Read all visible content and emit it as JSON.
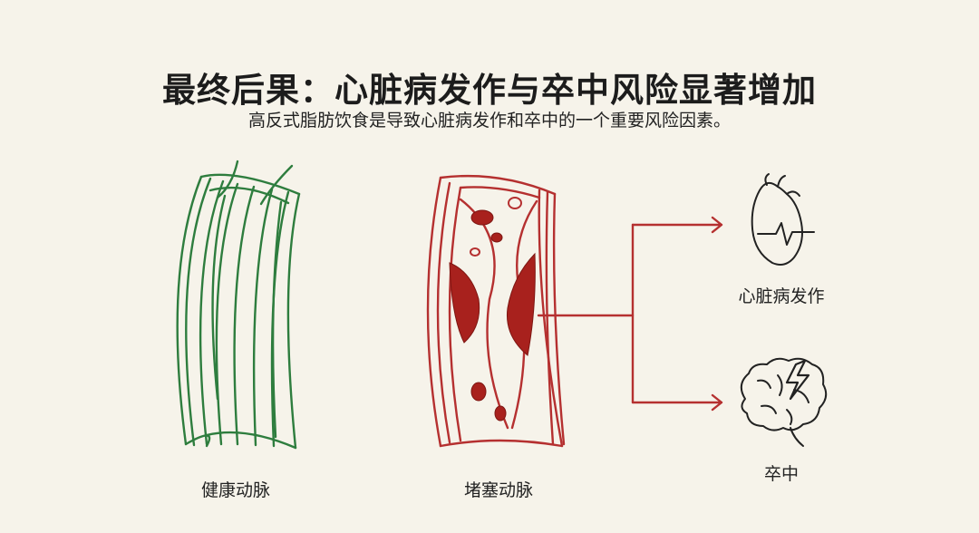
{
  "header": {
    "title": "最终后果：心脏病发作与卒中风险显著增加",
    "subtitle": "高反式脂肪饮食是导致心脏病发作和卒中的一个重要风险因素。"
  },
  "artery_healthy": {
    "label": "健康动脉",
    "color": "#2e7d3e"
  },
  "artery_blocked": {
    "label": "堵塞动脉",
    "color": "#b53030",
    "plaque_color": "#a8211d"
  },
  "outcomes": [
    {
      "label": "心脏病发作",
      "icon": "heart-icon"
    },
    {
      "label": "卒中",
      "icon": "brain-lightning-icon"
    }
  ],
  "arrow_color": "#b53030"
}
